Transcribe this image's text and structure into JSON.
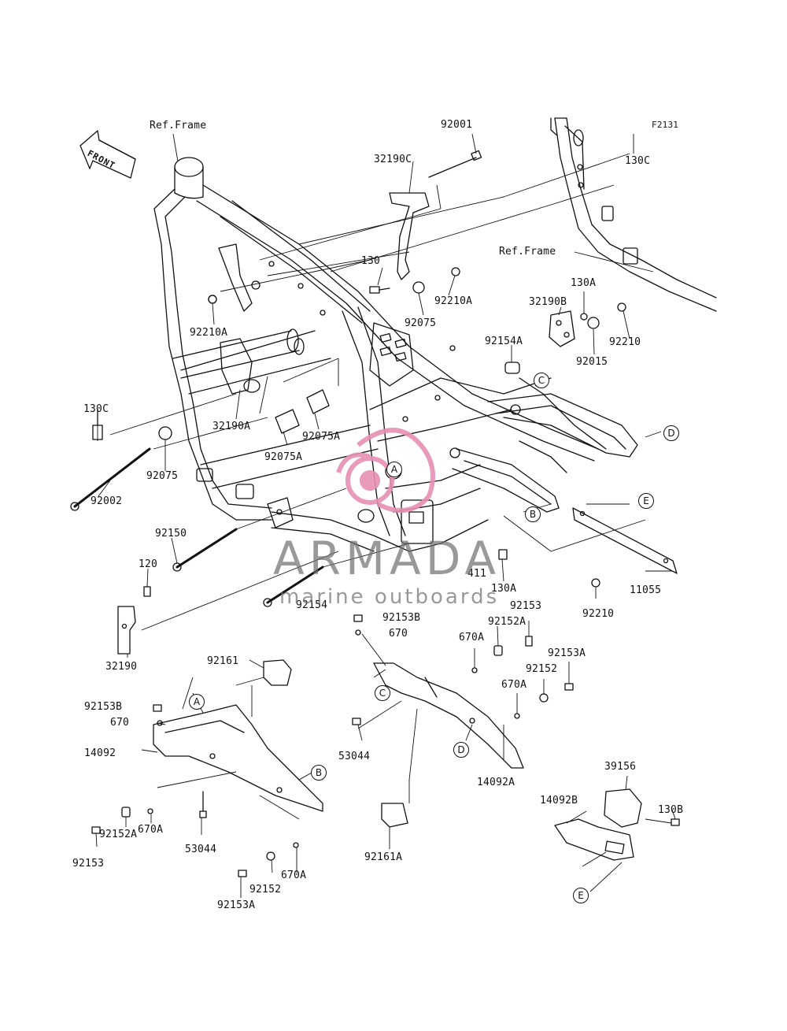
{
  "diagram": {
    "code": "F2131",
    "front_label": "FRONT",
    "ref_frame_labels": [
      "Ref.Frame",
      "Ref.Frame"
    ],
    "part_numbers": [
      "92001",
      "32190C",
      "130C",
      "130",
      "92210A",
      "92075",
      "92210A",
      "130A",
      "32190B",
      "92154A",
      "92015",
      "92210",
      "130C",
      "32190A",
      "92075A",
      "92075A",
      "92075",
      "92002",
      "92150",
      "120",
      "32190",
      "92154",
      "411",
      "130A",
      "92210",
      "11055",
      "92153B",
      "670",
      "92153",
      "92152A",
      "670A",
      "92153A",
      "92152",
      "670A",
      "92161",
      "92153B",
      "670",
      "14092",
      "92152A",
      "670A",
      "53044",
      "92153",
      "92152",
      "670A",
      "92153A",
      "53044",
      "14092A",
      "92161A",
      "39156",
      "14092B",
      "130B"
    ],
    "callouts": [
      "A",
      "B",
      "C",
      "D",
      "E",
      "A",
      "B",
      "C",
      "D",
      "E"
    ],
    "watermark": {
      "brand": "ARMADA",
      "tagline": "marine outboards"
    }
  },
  "colors": {
    "line": "#111111",
    "watermark_gray": "#6e6e6e",
    "watermark_pink": "#e78fb3"
  }
}
